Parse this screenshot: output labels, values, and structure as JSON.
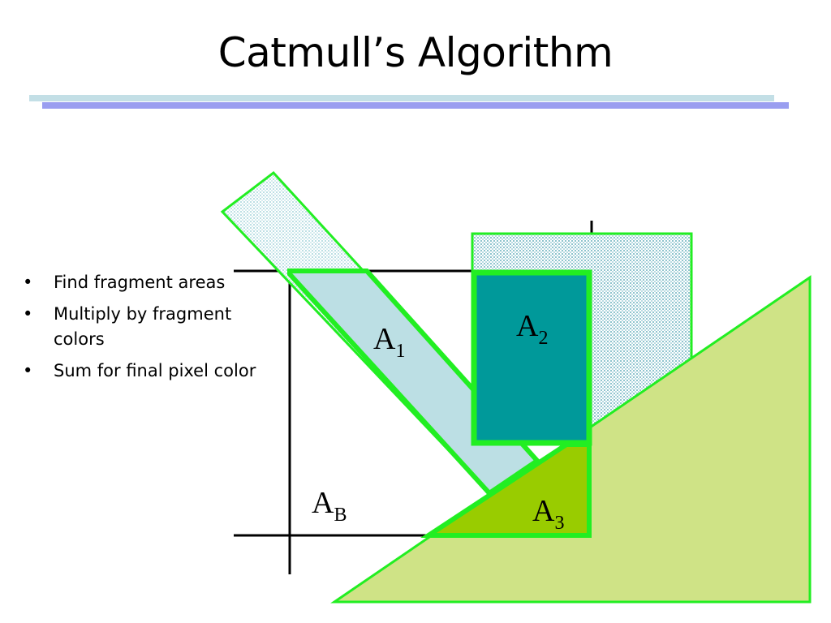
{
  "slide": {
    "title": "Catmull’s Algorithm"
  },
  "bullets": [
    {
      "marker": "•",
      "text": "Find fragment areas"
    },
    {
      "marker": "•",
      "text": "Multiply by fragment colors"
    },
    {
      "marker": "•",
      "text": "Sum for final pixel color"
    }
  ],
  "diagram": {
    "labels": {
      "a1": {
        "base": "A",
        "sub": "1"
      },
      "a2": {
        "base": "A",
        "sub": "2"
      },
      "a3": {
        "base": "A",
        "sub": "3"
      },
      "ab": {
        "base": "A",
        "sub": "B"
      }
    },
    "colors": {
      "outline_green": "#22ee22",
      "strip_fill": "#bcdfe4",
      "square_fill": "#9ccdd4",
      "fragment_dark": "#00999a",
      "triangle_fill": "#cfe386",
      "fragment_olive": "#99cc00",
      "grid_line": "#000000"
    }
  }
}
